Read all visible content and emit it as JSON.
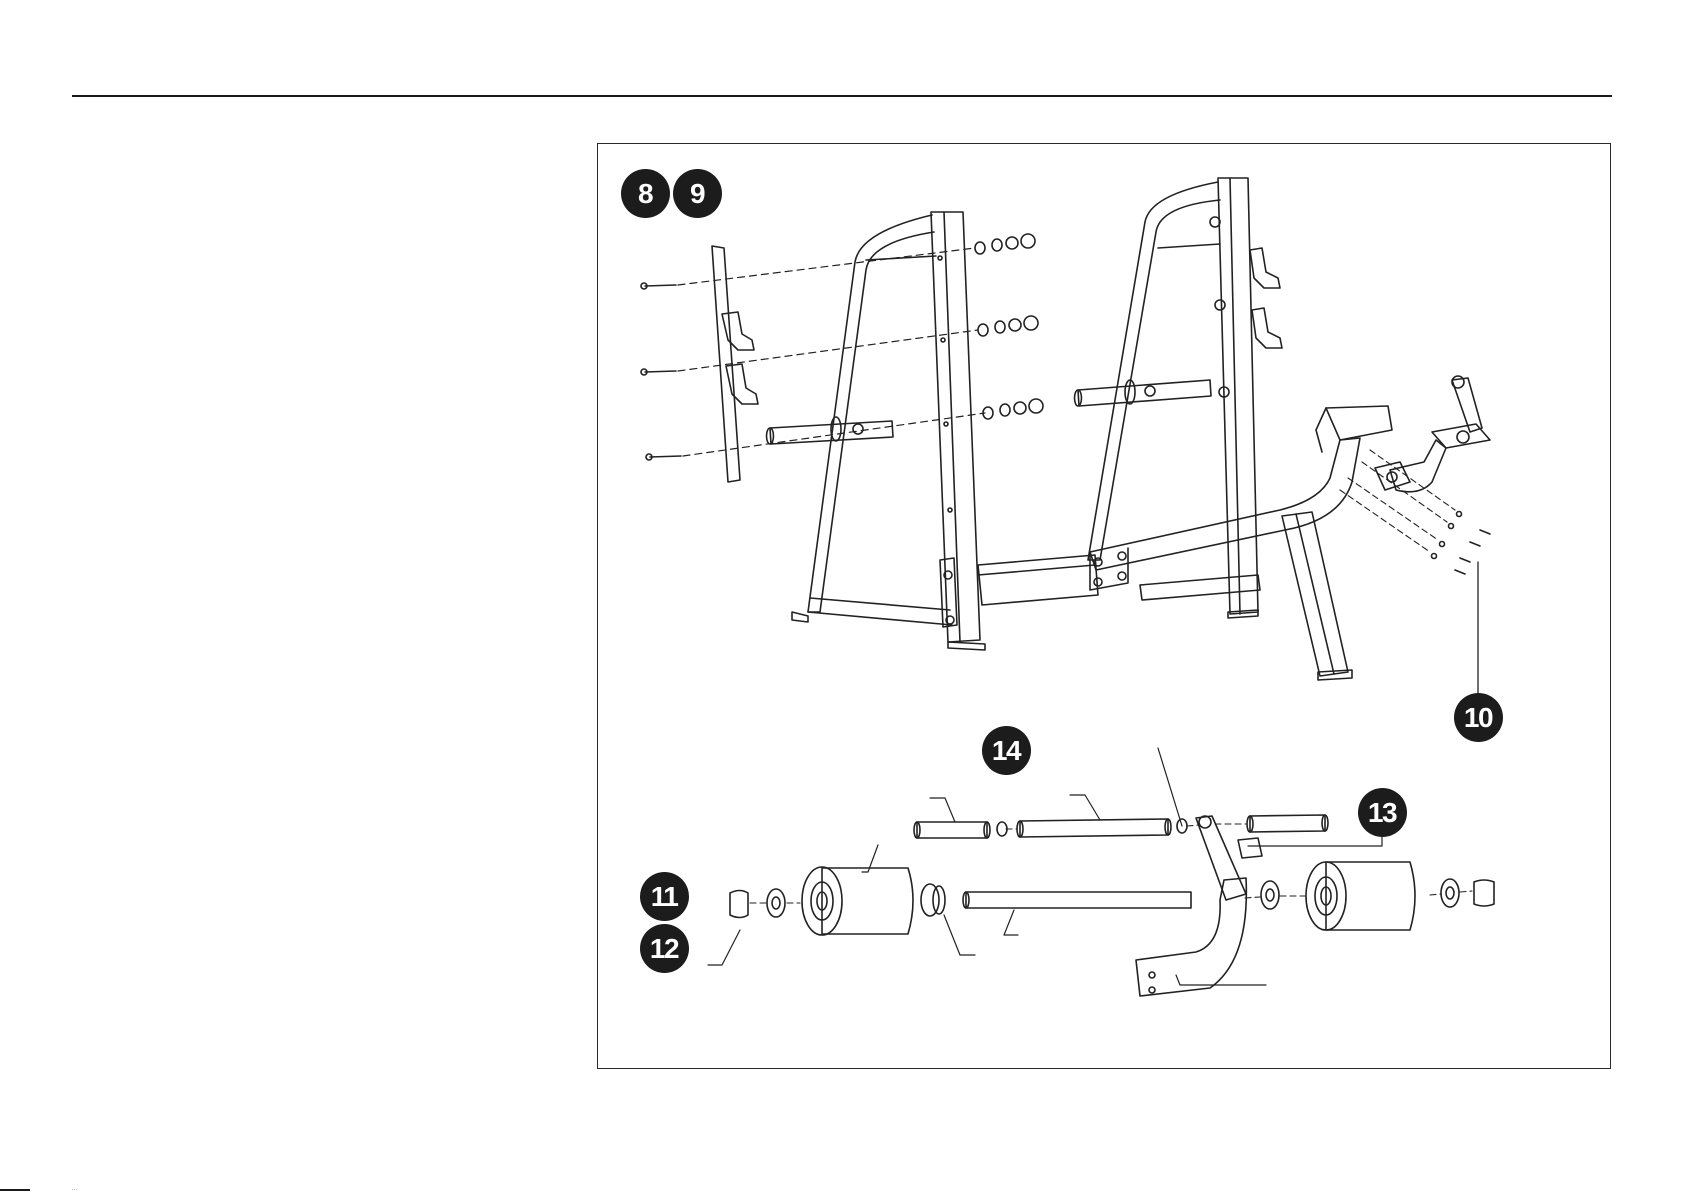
{
  "callouts": [
    {
      "label": "8"
    },
    {
      "label": "9"
    },
    {
      "label": "10"
    },
    {
      "label": "11"
    },
    {
      "label": "12"
    },
    {
      "label": "13"
    },
    {
      "label": "14"
    }
  ],
  "footer": {
    "text": "..."
  },
  "colors": {
    "ink": "#1c1c1c",
    "paper": "#ffffff",
    "footer_text": "#1f3a99"
  }
}
